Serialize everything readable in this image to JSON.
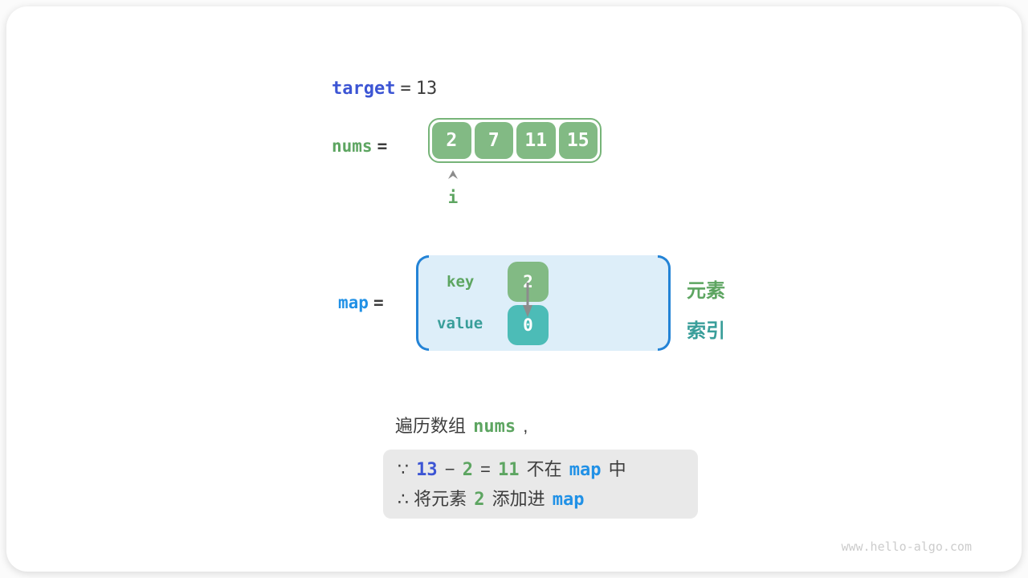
{
  "colors": {
    "royal_blue": "#3c55d4",
    "bright_blue": "#2191e6",
    "green_text": "#5da561",
    "green_fill": "#82ba84",
    "green_border": "#76b478",
    "teal_text": "#399e9a",
    "teal_fill": "#4cbcb7",
    "dark_text": "#3d3d3d",
    "map_fill": "#ddeef9",
    "bracket_blue": "#2383d6",
    "note_bg": "#e9e9e9",
    "arrow_gray": "#8c8c8c",
    "watermark_gray": "#cccccc"
  },
  "target_line": {
    "label": "target",
    "equals": "=",
    "value": "13"
  },
  "nums_line": {
    "label": "nums",
    "equals": "="
  },
  "nums_array": {
    "values": [
      "2",
      "7",
      "11",
      "15"
    ]
  },
  "index_pointer": {
    "label": "i"
  },
  "map_line": {
    "label": "map",
    "equals": "="
  },
  "map_box": {
    "key_label": "key",
    "key_value": "2",
    "value_label": "value",
    "value_value": "0"
  },
  "legend": {
    "element_label": "元素",
    "index_label": "索引"
  },
  "traverse_line": {
    "tokens": [
      {
        "t": "遍历数组 ",
        "c": "dark"
      },
      {
        "t": "nums",
        "c": "green"
      },
      {
        "t": " ,",
        "c": "dark"
      }
    ]
  },
  "note_box": {
    "line1": [
      {
        "t": "∵ ",
        "c": "dark"
      },
      {
        "t": "13",
        "c": "blue"
      },
      {
        "t": " − ",
        "c": "dark"
      },
      {
        "t": "2",
        "c": "green"
      },
      {
        "t": " = ",
        "c": "dark"
      },
      {
        "t": "11",
        "c": "green"
      },
      {
        "t": " 不在 ",
        "c": "dark"
      },
      {
        "t": "map",
        "c": "map"
      },
      {
        "t": " 中",
        "c": "dark"
      }
    ],
    "line2": [
      {
        "t": "∴ ",
        "c": "dark"
      },
      {
        "t": "将元素 ",
        "c": "dark"
      },
      {
        "t": "2",
        "c": "green"
      },
      {
        "t": " 添加进 ",
        "c": "dark"
      },
      {
        "t": "map",
        "c": "map"
      }
    ]
  },
  "watermark": "www.hello-algo.com"
}
